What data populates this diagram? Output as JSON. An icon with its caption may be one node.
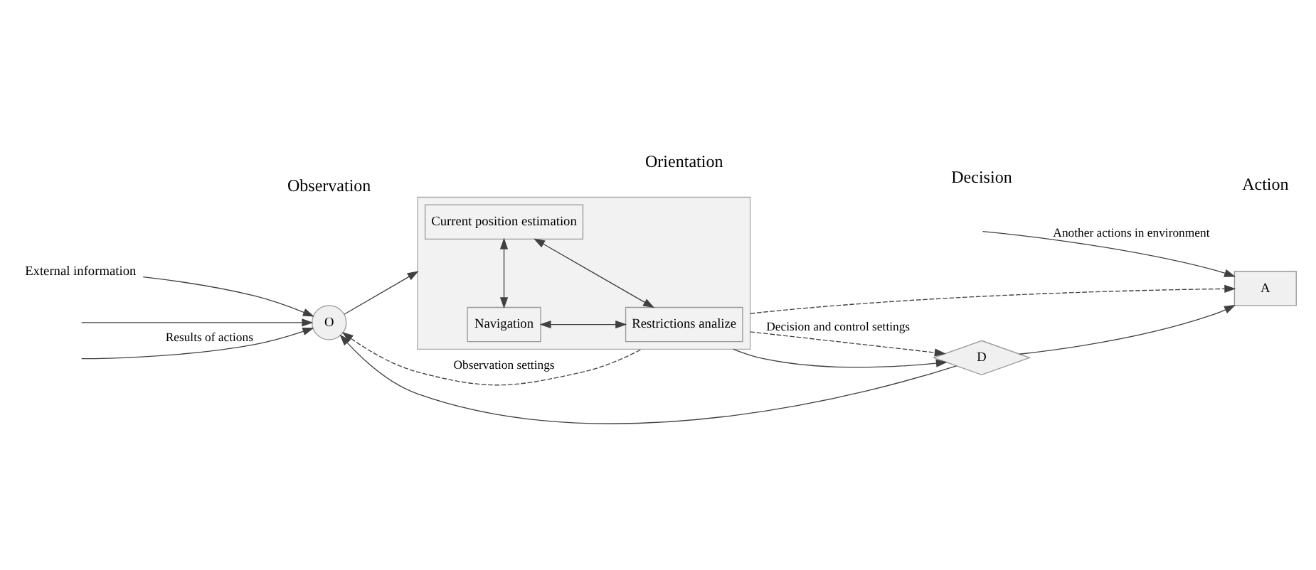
{
  "diagram": {
    "nodes": [
      {
        "text": [
          "External information"
        ]
      },
      {
        "text": [
          "O"
        ]
      },
      {
        "text": [],
        "shape": "box"
      },
      {
        "text": [
          "Current position estimation"
        ],
        "in": 2
      },
      {
        "text": [
          "Restrictions analize"
        ],
        "in": 2
      },
      {
        "text": [
          "Navigation"
        ],
        "in": 2
      },
      {
        "text": [
          "D"
        ]
      },
      {
        "text": [
          "A"
        ]
      }
    ],
    "edges": [
      {
        "from": null,
        "to": 1,
        "arrow": "to"
      },
      {
        "from": 0,
        "to": 1,
        "arrow": "to"
      },
      {
        "from": null,
        "to": 1,
        "arrow": "to",
        "label": "Results of actions"
      },
      {
        "from": 1,
        "to": 2,
        "arrow": "to"
      },
      {
        "from": 2,
        "to": 1,
        "arrow": "to",
        "style": "dashed",
        "label": "Observation settings"
      },
      {
        "from": 2,
        "to": 6,
        "arrow": "to",
        "style": "dashed",
        "label": "Decision and control settings"
      },
      {
        "from": 2,
        "to": 7,
        "arrow": "to",
        "style": "dashed"
      },
      {
        "from": 3,
        "to": 4,
        "arrow": "both"
      },
      {
        "from": 3,
        "to": 5,
        "arrow": "both"
      },
      {
        "from": 5,
        "to": 4,
        "arrow": "both"
      },
      {
        "from": 2,
        "to": 6,
        "arrow": "to"
      },
      {
        "from": 6,
        "to": 7,
        "arrow": "to"
      },
      {
        "from": 6,
        "to": 1,
        "arrow": "to"
      },
      {
        "from": null,
        "to": 7,
        "arrow": "to",
        "label": "Another actions in environment"
      }
    ],
    "labels": [
      "Observation",
      "Orientation",
      "Decision",
      "Action"
    ]
  }
}
